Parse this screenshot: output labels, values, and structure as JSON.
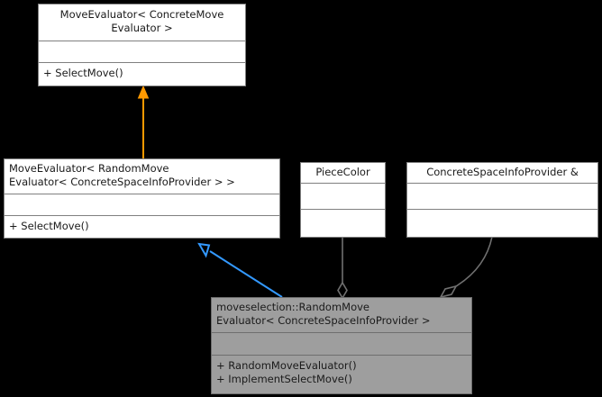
{
  "diagram": {
    "type": "uml-class-diagram",
    "title": "moveselection::RandomMoveEvaluator< ConcreteSpaceInfoProvider > class inheritance diagram",
    "background_color": "#000000",
    "colors": {
      "box_fill": "#ffffff",
      "box_border": "#808080",
      "highlight_fill": "#9e9e9e",
      "highlight_border": "#6e6e6e",
      "text": "#1a1a1a",
      "template_edge": "#ff9900",
      "inheritance_edge": "#3399ff",
      "usage_edge": "#707070"
    },
    "classes": [
      {
        "id": "move-evaluator-concrete",
        "name": "MoveEvaluator< ConcreteMove\nEvaluator >",
        "attributes": "",
        "operations": "+ SelectMove()",
        "align": "center",
        "highlight": false
      },
      {
        "id": "move-evaluator-random",
        "name": "MoveEvaluator< RandomMove\nEvaluator< ConcreteSpaceInfoProvider > >",
        "attributes": "",
        "operations": "+ SelectMove()",
        "align": "left",
        "highlight": false
      },
      {
        "id": "piece-color",
        "name": "PieceColor",
        "attributes": "",
        "operations": "",
        "align": "center",
        "highlight": false
      },
      {
        "id": "concrete-space-info-provider",
        "name": "ConcreteSpaceInfoProvider &",
        "attributes": "",
        "operations": "",
        "align": "center",
        "highlight": false
      },
      {
        "id": "random-move-evaluator",
        "name": "moveselection::RandomMove\nEvaluator< ConcreteSpaceInfoProvider >",
        "attributes": "",
        "operations": "+ RandomMoveEvaluator()\n+ ImplementSelectMove()",
        "align": "left",
        "highlight": true
      }
    ],
    "edges": [
      {
        "id": "template-binding",
        "from": "move-evaluator-random",
        "to": "move-evaluator-concrete",
        "style": "template-instantiation",
        "arrowhead": "solid-triangle",
        "color": "#ff9900"
      },
      {
        "id": "inheritance",
        "from": "random-move-evaluator",
        "to": "move-evaluator-random",
        "style": "generalization",
        "arrowhead": "hollow-triangle",
        "color": "#3399ff"
      },
      {
        "id": "aggregation-piece-color",
        "from": "piece-color",
        "to": "random-move-evaluator",
        "style": "aggregation",
        "arrowhead": "hollow-diamond",
        "color": "#707070"
      },
      {
        "id": "aggregation-space-info-provider",
        "from": "concrete-space-info-provider",
        "to": "random-move-evaluator",
        "style": "aggregation",
        "arrowhead": "hollow-diamond",
        "color": "#707070"
      }
    ]
  }
}
